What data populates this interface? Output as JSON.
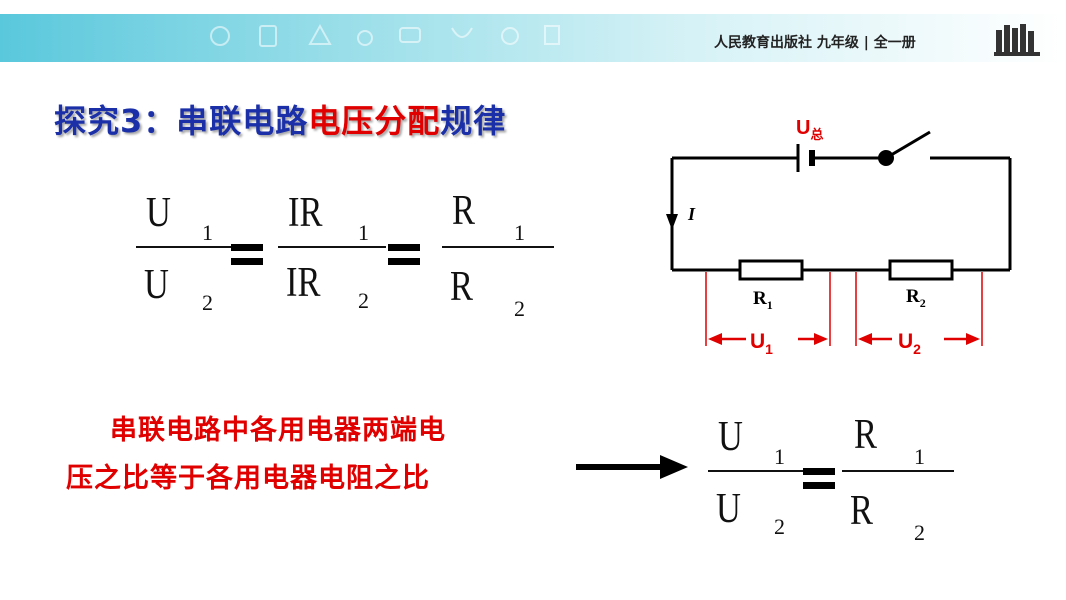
{
  "header": {
    "publisher": "人民教育出版社 九年级 | 全一册"
  },
  "title": {
    "part1": "探究3：串联电路",
    "part2": "电压分配",
    "part3": "规律"
  },
  "formula_top": {
    "u": "U",
    "ir": "IR",
    "r": "R",
    "sub1": "1",
    "sub2": "2"
  },
  "circuit": {
    "total_label": "U",
    "total_sub": "总",
    "current_label": "I",
    "r1_label": "R",
    "r2_label": "R",
    "u1_label": "U",
    "u2_label": "U",
    "sub1": "1",
    "sub2": "2"
  },
  "conclusion": {
    "line1": "串联电路中各用电器两端电",
    "line2": "压之比等于各用电器电阻之比"
  },
  "formula_bottom": {
    "u": "U",
    "r": "R",
    "sub1": "1",
    "sub2": "2"
  },
  "colors": {
    "title_blue": "#1a2fa8",
    "accent_red": "#e00000"
  }
}
